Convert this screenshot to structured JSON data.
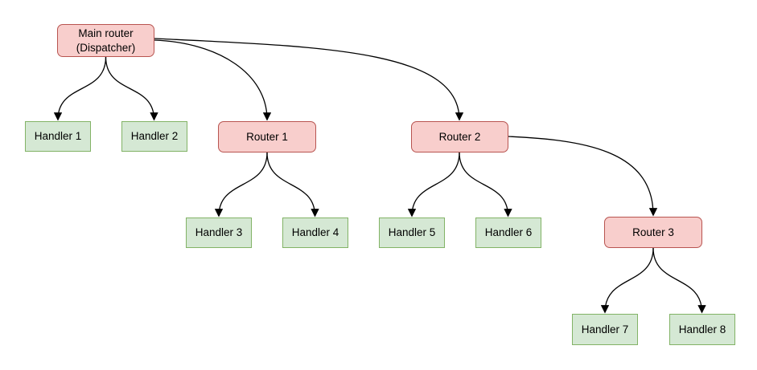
{
  "diagram": {
    "nodes": {
      "main_router": {
        "label": "Main router\n(Dispatcher)",
        "type": "router"
      },
      "handler1": {
        "label": "Handler 1",
        "type": "handler"
      },
      "handler2": {
        "label": "Handler 2",
        "type": "handler"
      },
      "router1": {
        "label": "Router 1",
        "type": "router"
      },
      "router2": {
        "label": "Router 2",
        "type": "router"
      },
      "handler3": {
        "label": "Handler 3",
        "type": "handler"
      },
      "handler4": {
        "label": "Handler 4",
        "type": "handler"
      },
      "handler5": {
        "label": "Handler 5",
        "type": "handler"
      },
      "handler6": {
        "label": "Handler 6",
        "type": "handler"
      },
      "router3": {
        "label": "Router 3",
        "type": "router"
      },
      "handler7": {
        "label": "Handler 7",
        "type": "handler"
      },
      "handler8": {
        "label": "Handler 8",
        "type": "handler"
      }
    },
    "edges": [
      {
        "from": "main_router",
        "to": "handler1"
      },
      {
        "from": "main_router",
        "to": "handler2"
      },
      {
        "from": "main_router",
        "to": "router1"
      },
      {
        "from": "main_router",
        "to": "router2"
      },
      {
        "from": "router1",
        "to": "handler3"
      },
      {
        "from": "router1",
        "to": "handler4"
      },
      {
        "from": "router2",
        "to": "handler5"
      },
      {
        "from": "router2",
        "to": "handler6"
      },
      {
        "from": "router2",
        "to": "router3"
      },
      {
        "from": "router3",
        "to": "handler7"
      },
      {
        "from": "router3",
        "to": "handler8"
      }
    ],
    "colors": {
      "background": "#ffffff",
      "text": "#000000",
      "edge": "#000000",
      "router_fill": "#f8cecc",
      "router_border": "#b85450",
      "handler_fill": "#d5e8d4",
      "handler_border": "#82b366"
    }
  }
}
